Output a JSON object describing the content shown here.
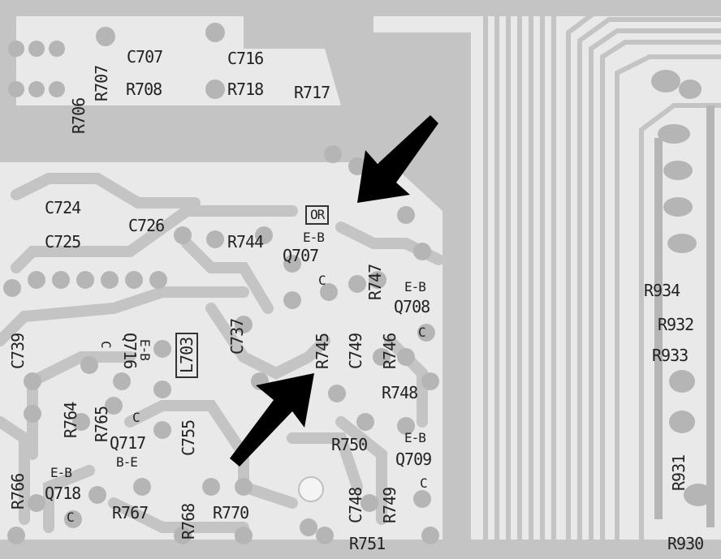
{
  "components": {
    "c707": "C707",
    "c716": "C716",
    "r707": "R707",
    "r706": "R706",
    "r708": "R708",
    "r718": "R718",
    "r717": "R717",
    "c724": "C724",
    "c725": "C725",
    "c726": "C726",
    "r744": "R744",
    "or_marker": "OR",
    "q707_eb": "E-B",
    "q707": "Q707",
    "q707_c": "C",
    "r747": "R747",
    "q708_eb": "E-B",
    "q708": "Q708",
    "q708_c": "C",
    "c739": "C739",
    "l703": "L703",
    "c737": "C737",
    "q716_label": "Q716",
    "q716_c": "C",
    "q716_eb": "E-B",
    "r745": "R745",
    "c749": "C749",
    "r746": "R746",
    "r748": "R748",
    "r764": "R764",
    "r765": "R765",
    "q717": "Q717",
    "q717_eb": "B-E",
    "q717_c": "C",
    "c755": "C755",
    "r750": "R750",
    "q709_eb": "E-B",
    "q709": "Q709",
    "q709_c": "C",
    "r766": "R766",
    "q718_eb": "E-B",
    "q718": "Q718",
    "q718_c": "C",
    "r767": "R767",
    "r768": "R768",
    "r770": "R770",
    "c748": "C748",
    "r749": "R749",
    "r751": "R751",
    "r934": "R934",
    "r932": "R932",
    "r933": "R933",
    "r931": "R931",
    "r930": "R930"
  },
  "colors": {
    "board": "#e9e9e9",
    "trace": "#c4c4c4",
    "pad": "#b5b5b5",
    "ink": "#222222",
    "arrow": "#000000"
  },
  "arrows": [
    {
      "name": "upper-arrow",
      "direction": "down-left"
    },
    {
      "name": "lower-arrow",
      "direction": "up-right"
    }
  ]
}
